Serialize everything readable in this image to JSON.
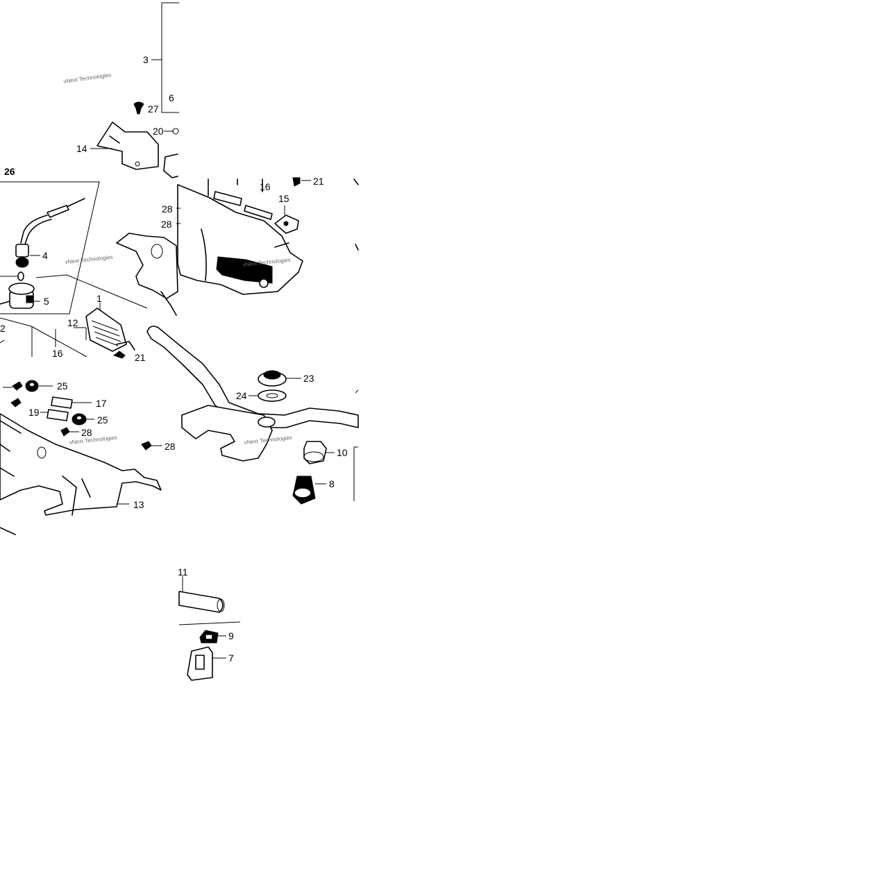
{
  "diagram": {
    "background": "#ffffff",
    "ink": "#000000",
    "watermark": "vNext Technologies",
    "labels": {
      "p1": "1",
      "p2": "2",
      "p3": "3",
      "p4": "4",
      "p5": "5",
      "p6": "6",
      "p7": "7",
      "p8": "8",
      "p9": "9",
      "p10": "10",
      "p11": "11",
      "p12": "12",
      "p13": "13",
      "p14": "14",
      "p15": "15",
      "p16a": "16",
      "p16b": "16",
      "p17": "17",
      "p19": "19",
      "p20": "20",
      "p21a": "21",
      "p21b": "21",
      "p23": "23",
      "p24": "24",
      "p25a": "25",
      "p25b": "25",
      "p26": "26",
      "p27": "27",
      "p28a": "28",
      "p28b": "28",
      "p28c": "28",
      "p28d": "28"
    }
  }
}
